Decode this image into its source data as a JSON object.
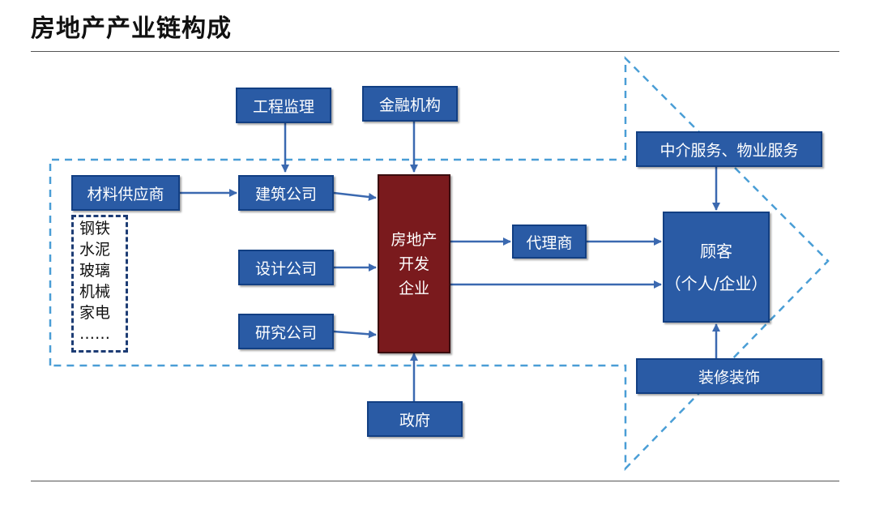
{
  "title": "房地产产业链构成",
  "nodes": {
    "engineering_supervision": "工程监理",
    "financial_institution": "金融机构",
    "intermediary_services": "中介服务、物业服务",
    "material_supplier": "材料供应商",
    "construction_company": "建筑公司",
    "design_company": "设计公司",
    "research_company": "研究公司",
    "developer": [
      "房地产",
      "开发",
      "企业"
    ],
    "agent": "代理商",
    "customer": [
      "顾客",
      "（个人/企业）"
    ],
    "decoration": "装修装饰",
    "government": "政府"
  },
  "materials": [
    "钢铁",
    "水泥",
    "玻璃",
    "机械",
    "家电",
    "……"
  ],
  "colors": {
    "box_fill": "#2a5ba5",
    "box_border": "#123f83",
    "developer_fill": "#7a1a1d",
    "arrow": "#3b69b0",
    "dashed_outline": "#4a9ed6"
  }
}
